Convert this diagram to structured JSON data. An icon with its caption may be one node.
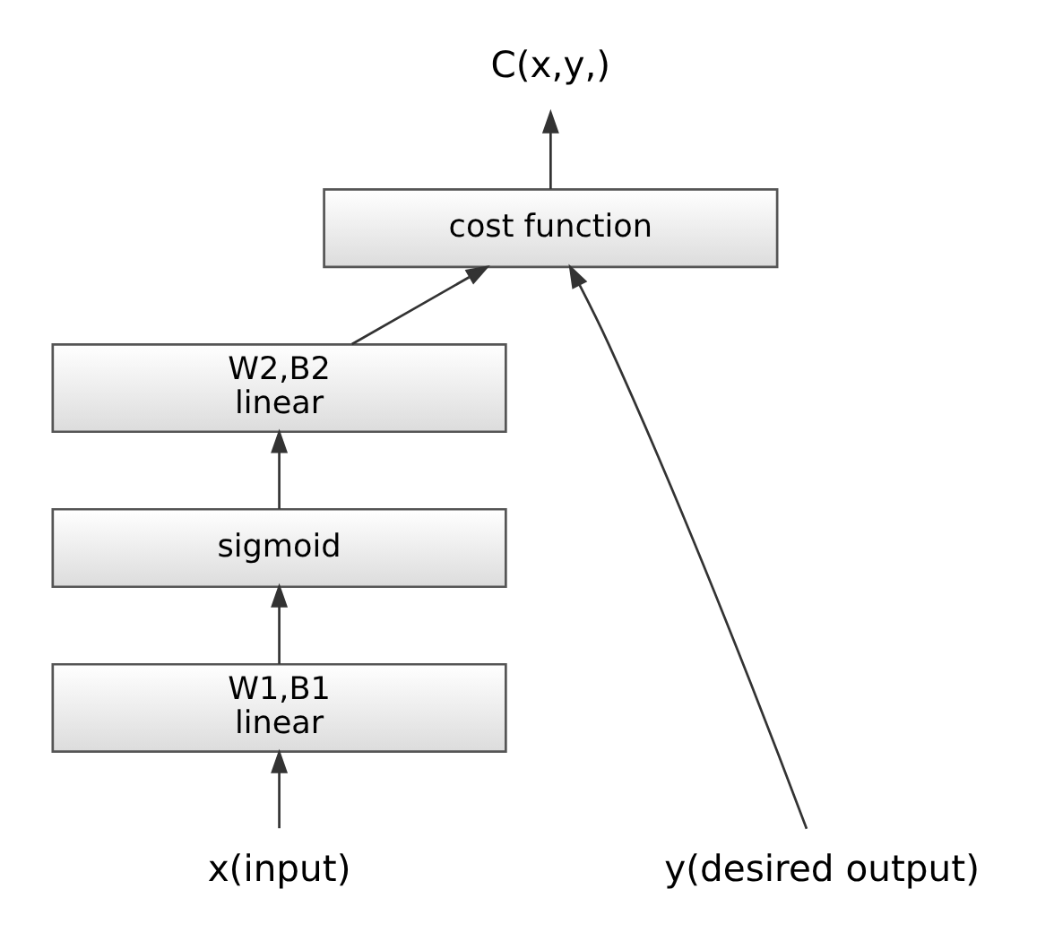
{
  "diagram": {
    "nodes": [
      {
        "text": [
          "C(x,y,)"
        ]
      },
      {
        "text": [
          "cost function"
        ]
      },
      {
        "text": [
          "W2,B2",
          "linear"
        ]
      },
      {
        "text": [
          "sigmoid"
        ]
      },
      {
        "text": [
          "W1,B1",
          "linear"
        ]
      },
      {
        "text": [
          "x(input)"
        ]
      },
      {
        "text": [
          "y(desired output)"
        ]
      }
    ],
    "edges": [
      {
        "from": 5,
        "to": 4,
        "arrow": "to"
      },
      {
        "from": 4,
        "to": 3,
        "arrow": "to"
      },
      {
        "from": 3,
        "to": 2,
        "arrow": "to"
      },
      {
        "from": 2,
        "to": 1,
        "arrow": "to"
      },
      {
        "from": 1,
        "to": 0,
        "arrow": "to"
      },
      {
        "from": 6,
        "to": 1,
        "arrow": "to"
      }
    ]
  }
}
